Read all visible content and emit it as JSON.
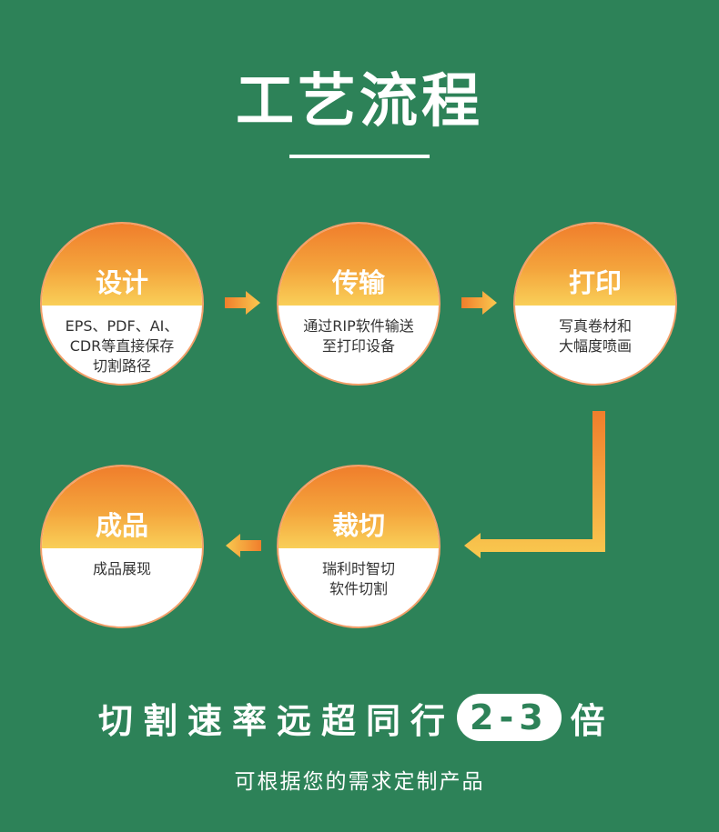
{
  "header": {
    "title": "工艺流程"
  },
  "steps": [
    {
      "name": "设计",
      "desc": "EPS、PDF、AI、\nCDR等直接保存\n切割路径"
    },
    {
      "name": "传输",
      "desc": "通过RIP软件输送\n至打印设备"
    },
    {
      "name": "打印",
      "desc": "写真卷材和\n大幅度喷画"
    },
    {
      "name": "裁切",
      "desc": "瑞利时智切\n软件切割"
    },
    {
      "name": "成品",
      "desc": "成品展现"
    }
  ],
  "slogan": {
    "text": "切割速率远超同行",
    "highlight": "2-3",
    "suffix": "倍"
  },
  "subtitle": "可根据您的需求定制产品",
  "colors": {
    "background": "#2d8258",
    "orange": "#f07e2c",
    "yellow": "#f9cf58",
    "border": "#f2a06a"
  }
}
